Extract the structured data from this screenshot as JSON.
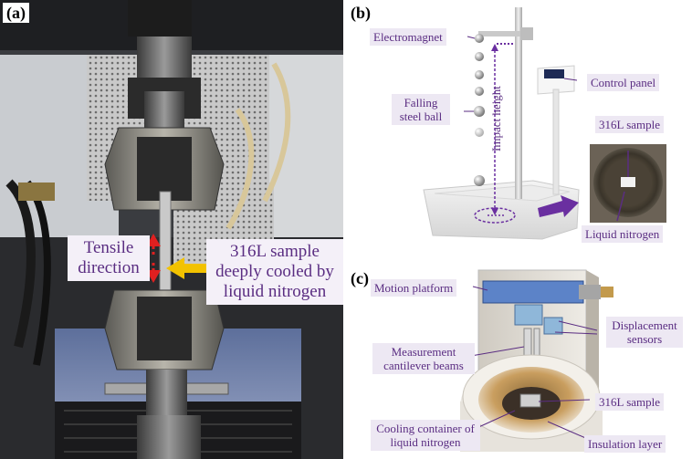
{
  "panel_a": {
    "tag": "(a)",
    "tensile_direction": "Tensile direction",
    "sample_label": "316L sample deeply cooled by liquid nitrogen"
  },
  "panel_b": {
    "tag": "(b)",
    "electromagnet": "Electromagnet",
    "control_panel": "Control panel",
    "falling_ball": "Falling steel ball",
    "impact_height": "Impact height",
    "sample": "316L sample",
    "liquid_nitrogen": "Liquid nitrogen"
  },
  "panel_c": {
    "tag": "(c)",
    "motion_platform": "Motion platform",
    "displacement_sensors": "Displacement sensors",
    "cantilever_beams": "Measurement cantilever beams",
    "sample": "316L sample",
    "cooling_container": "Cooling container of liquid nitrogen",
    "insulation_layer": "Insulation layer"
  },
  "colors": {
    "label_text": "#5a2d82",
    "label_bg": "#ede8f3",
    "arrow_purple": "#6a2fa0",
    "arrow_red": "#e02020",
    "arrow_yellow": "#f2c200"
  }
}
